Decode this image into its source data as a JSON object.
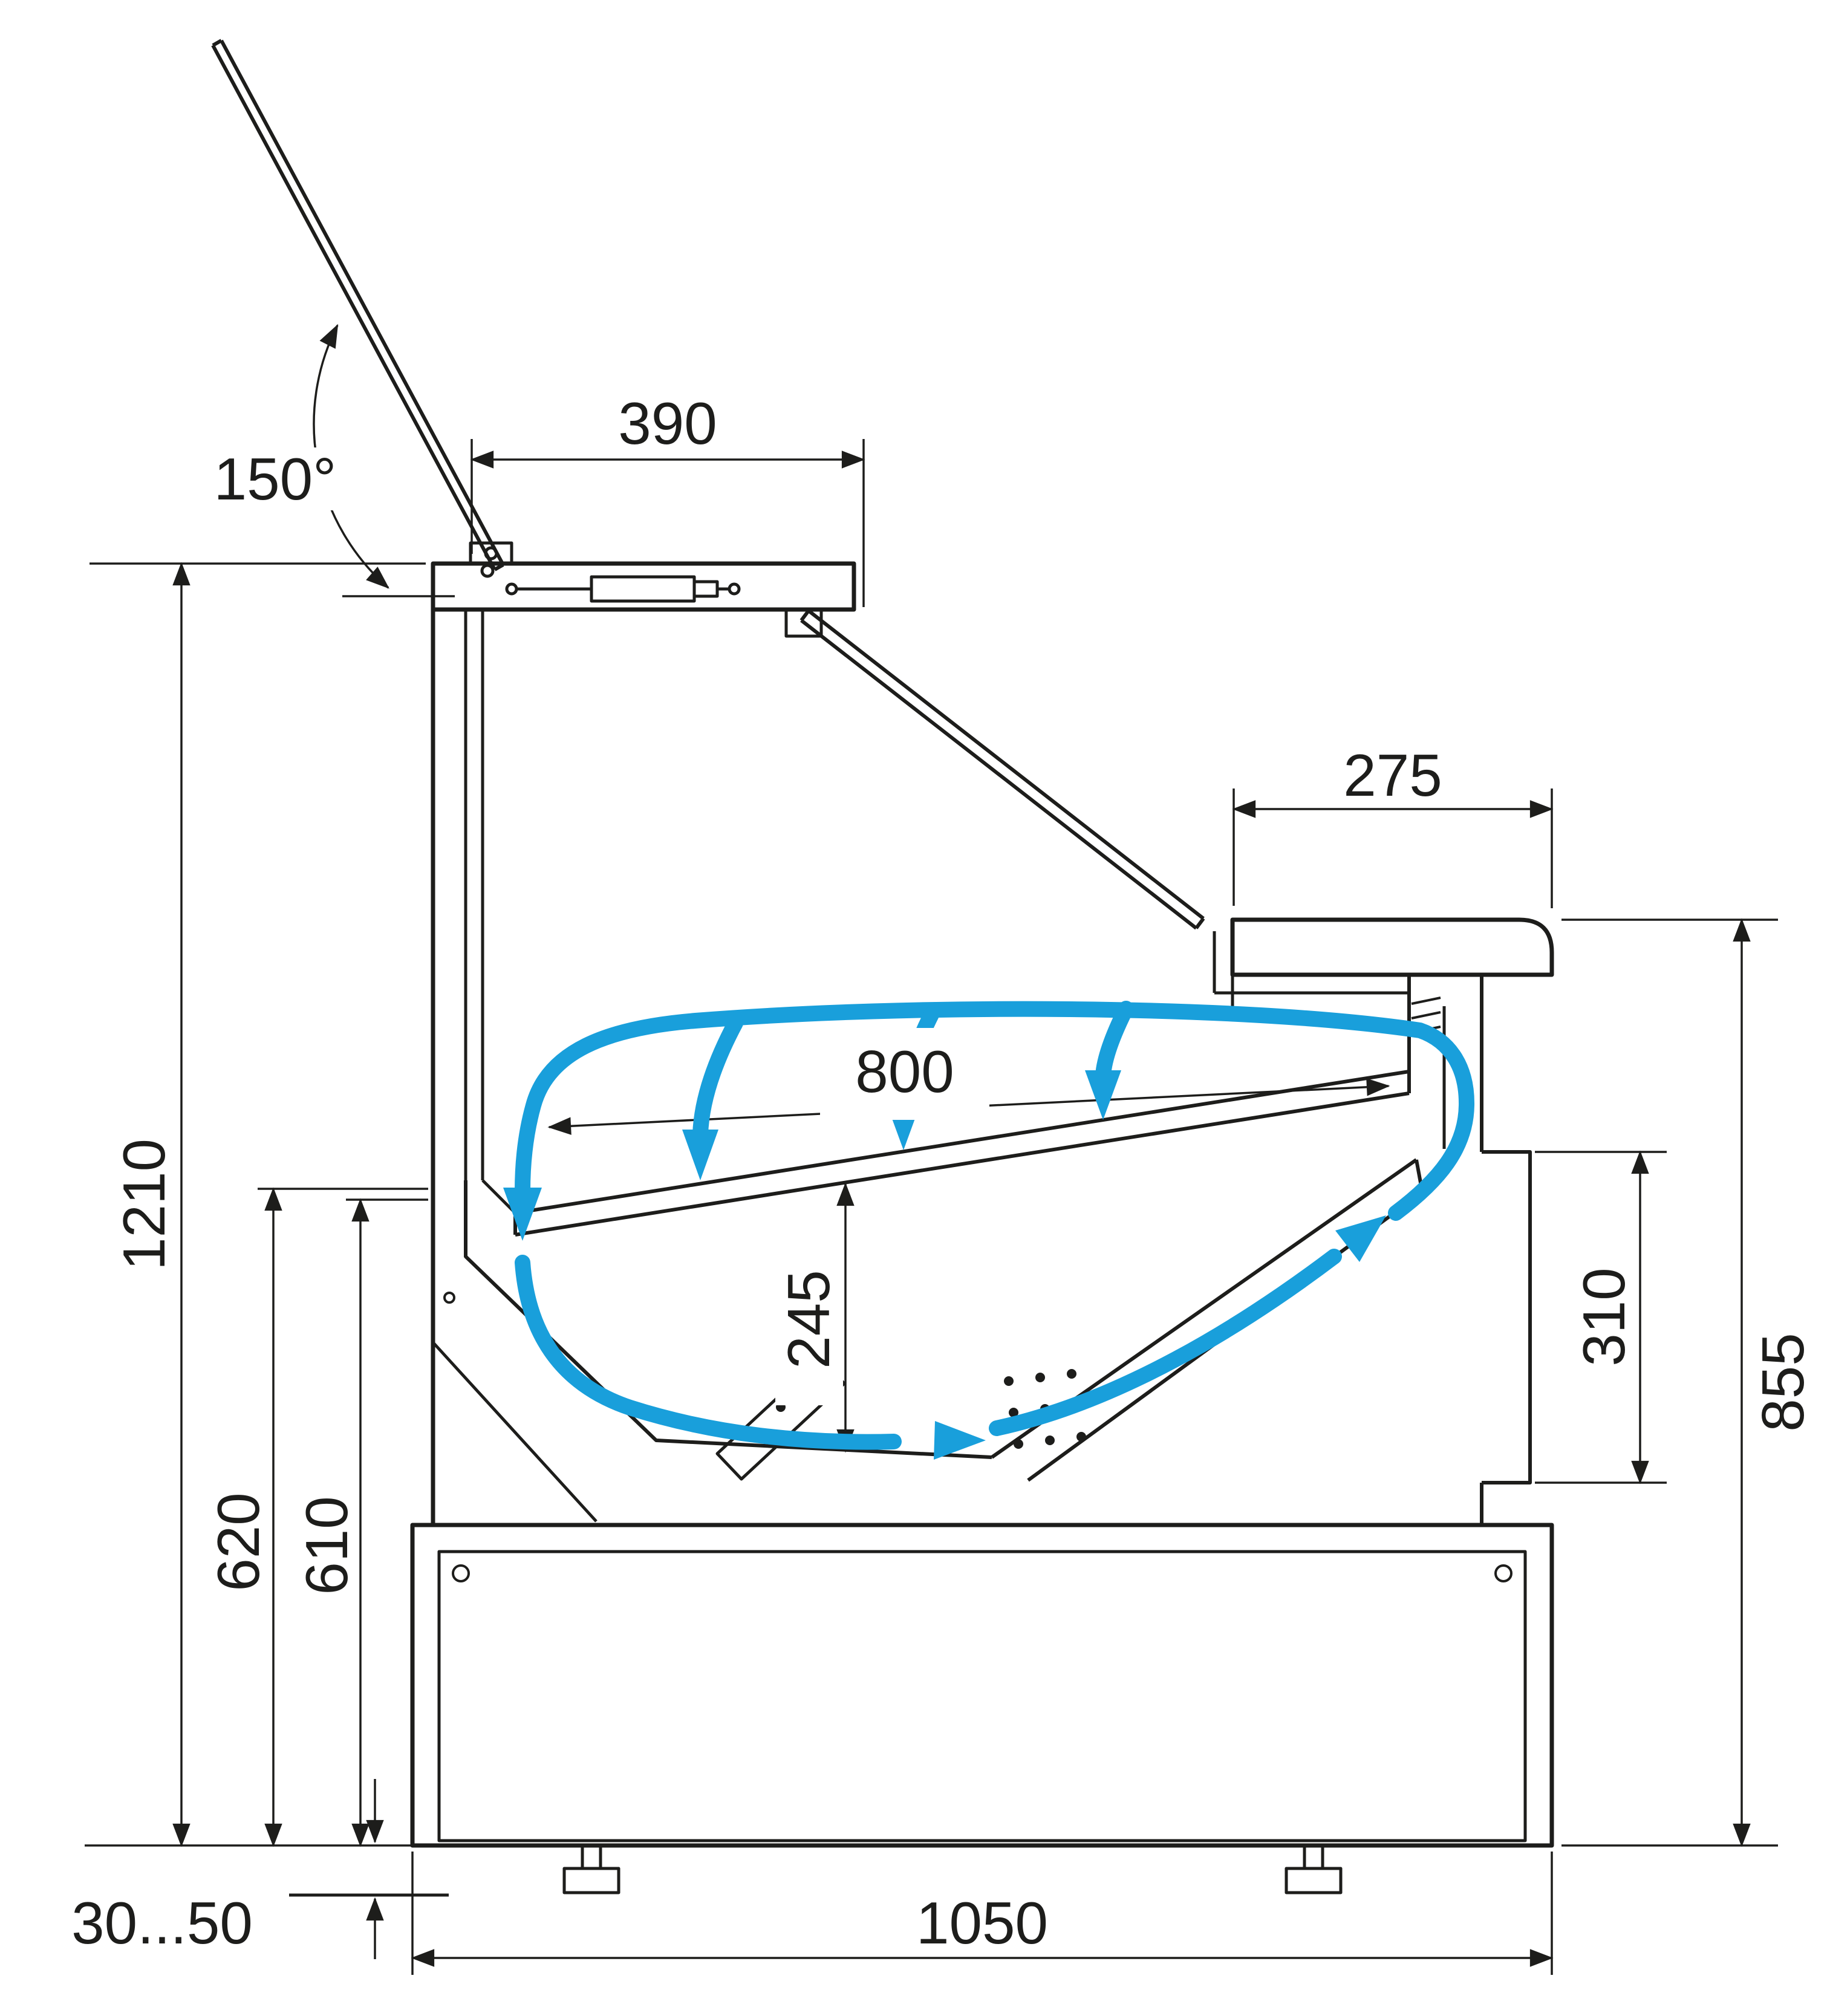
{
  "diagram": {
    "colors": {
      "line": "#1d1d1b",
      "airflow": "#199fdb",
      "background": "#ffffff"
    },
    "dims": {
      "top_width": "390",
      "lid_angle": "150°",
      "counter_depth": "275",
      "deck_length": "800",
      "overall_height": "1210",
      "well_depth": "245",
      "back_height_outer": "620",
      "back_height_inner": "610",
      "front_recess_height": "310",
      "counter_height": "855",
      "leg_adjustment": "30...50",
      "base_length": "1050"
    }
  }
}
